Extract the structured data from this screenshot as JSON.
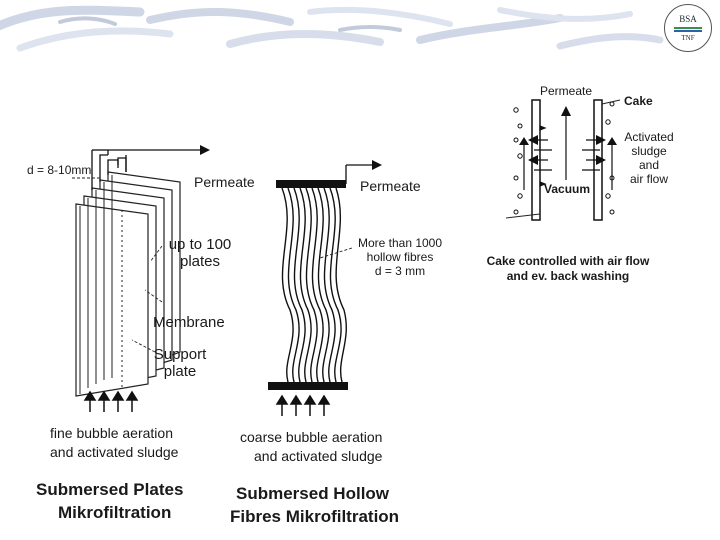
{
  "logo": {
    "top": "BSA",
    "bottom": "TNF"
  },
  "plates": {
    "gap_label": "d = 8-10mm",
    "permeate": "Permeate",
    "count_line1": "up to 100",
    "count_line2": "plates",
    "membrane": "Membrane",
    "support_line1": "Support",
    "support_line2": "plate",
    "aeration_line1": "fine bubble aeration",
    "aeration_line2": "and activated sludge",
    "title_line1": "Submersed Plates",
    "title_line2": "Mikrofiltration"
  },
  "fibres": {
    "permeate": "Permeate",
    "count_line1": "More than 1000",
    "count_line2": "hollow fibres",
    "count_line3": "d = 3 mm",
    "aeration_line1": "coarse bubble aeration",
    "aeration_line2": "and activated sludge",
    "title_line1": "Submersed Hollow",
    "title_line2": "Fibres Mikrofiltration"
  },
  "cake": {
    "permeate": "Permeate",
    "cake": "Cake",
    "sludge_line1": "Activated",
    "sludge_line2": "sludge",
    "sludge_line3": "and",
    "sludge_line4": "air flow",
    "vacuum": "Vacuum",
    "caption_line1": "Cake controlled with air flow",
    "caption_line2": "and ev. back washing"
  }
}
